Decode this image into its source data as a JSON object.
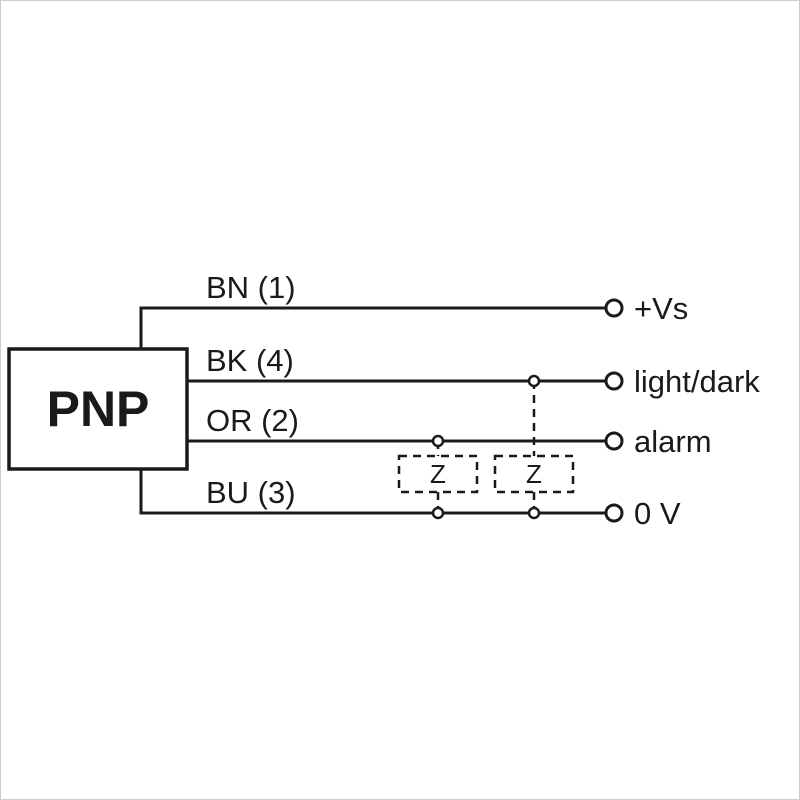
{
  "diagram": {
    "device_label": "PNP",
    "wires": [
      {
        "name": "BN (1)",
        "terminal": "+Vs"
      },
      {
        "name": "BK (4)",
        "terminal": "light/dark"
      },
      {
        "name": "OR (2)",
        "terminal": "alarm"
      },
      {
        "name": "BU (3)",
        "terminal": "0 V"
      }
    ],
    "impedance_label": "Z",
    "colors": {
      "line": "#1a1a1a",
      "background": "#ffffff"
    }
  }
}
